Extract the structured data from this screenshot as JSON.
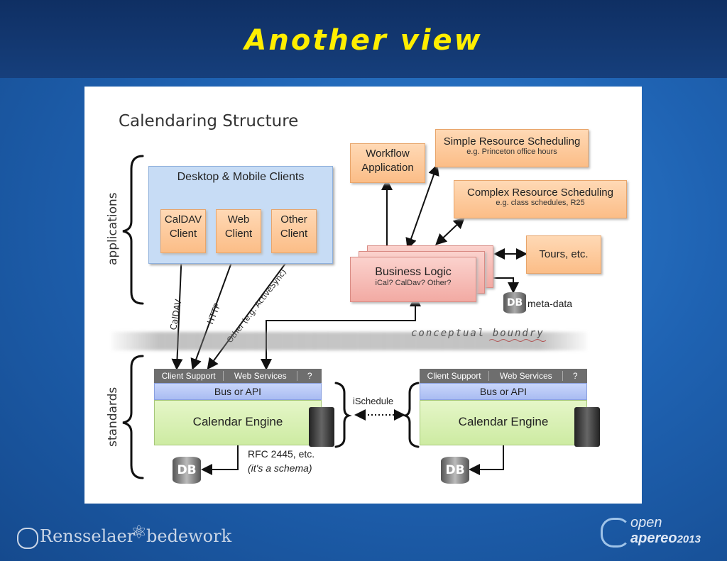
{
  "slide": {
    "title": "Another view"
  },
  "diagram": {
    "title": "Calendaring Structure",
    "side_labels": {
      "applications": "applications",
      "standards": "standards"
    },
    "clients_group": {
      "title": "Desktop & Mobile Clients",
      "clients": [
        {
          "line1": "CalDAV",
          "line2": "Client"
        },
        {
          "line1": "Web",
          "line2": "Client"
        },
        {
          "line1": "Other",
          "line2": "Client"
        }
      ]
    },
    "protocol_labels": {
      "caldav": "CalDAV",
      "http": "HTTP",
      "other": "Other (e.g. ActiveSync)"
    },
    "workflow": {
      "line1": "Workflow",
      "line2": "Application"
    },
    "simple_sched": {
      "title": "Simple Resource Scheduling",
      "sub": "e.g. Princeton office hours"
    },
    "complex_sched": {
      "title": "Complex Resource Scheduling",
      "sub": "e.g. class schedules, R25"
    },
    "tours": {
      "label": "Tours, etc."
    },
    "business_logic": {
      "title": "Business Logic",
      "sub": "iCal? CalDav? Other?"
    },
    "meta": {
      "db": "DB",
      "label": "meta-data"
    },
    "boundary": {
      "label": "conceptual boundry"
    },
    "engine_left": {
      "bar": [
        "Client Support",
        "Web Services",
        "?"
      ],
      "bus": "Bus or API",
      "engine": "Calendar Engine"
    },
    "engine_right": {
      "bar": [
        "Client Support",
        "Web Services",
        "?"
      ],
      "bus": "Bus or API",
      "engine": "Calendar Engine"
    },
    "ischedule": "iSchedule",
    "rfc": {
      "line1": "RFC 2445, etc.",
      "line2": "(it's a schema)"
    },
    "db_label": "DB"
  },
  "footer": {
    "rensselaer": "Rensselaer",
    "bedework": "bedework",
    "open": "open",
    "apereo": "apereo",
    "year": "2013"
  }
}
